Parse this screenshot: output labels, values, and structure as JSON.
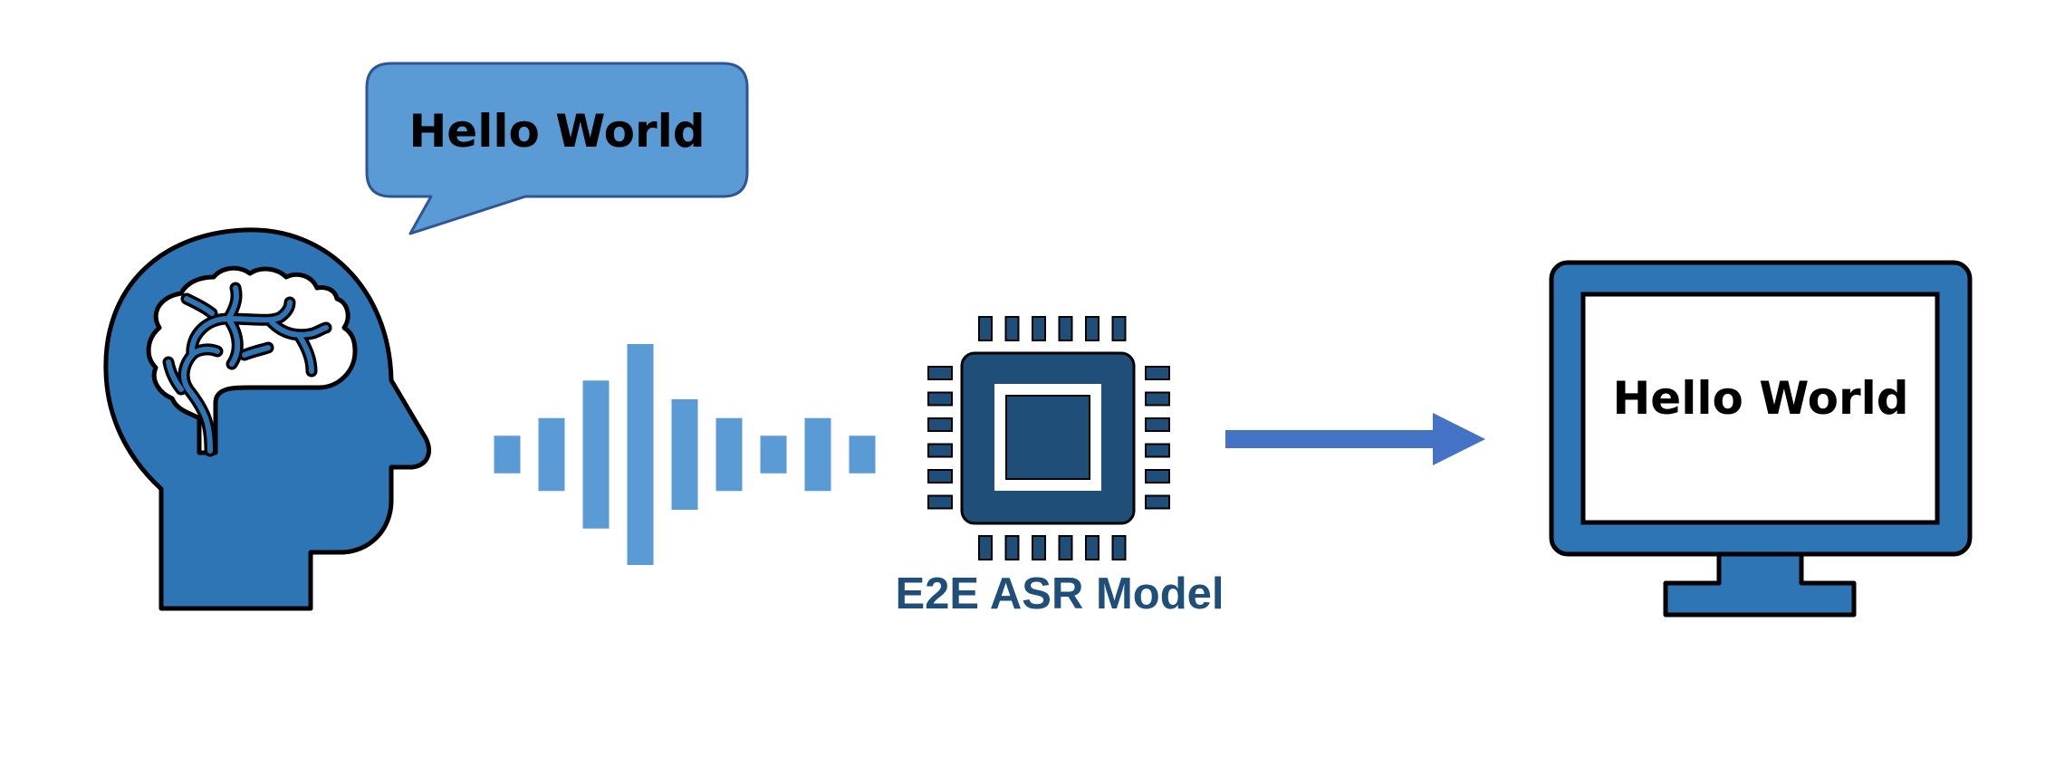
{
  "speech_bubble": {
    "text": "Hello World"
  },
  "model": {
    "label": "E2E ASR Model"
  },
  "screen": {
    "text": "Hello World"
  },
  "waveform": {
    "relative_amplitudes": [
      0.17,
      0.33,
      0.67,
      1.0,
      0.5,
      0.33,
      0.17,
      0.33,
      0.17
    ]
  },
  "colors": {
    "head": "#2e75b6",
    "bubble": "#5b9bd5",
    "waveform": "#5b9bd5",
    "chip": "#1f4e79",
    "arrow": "#4472c4",
    "monitor": "#2e75b6",
    "label": "#1f4e79",
    "outline": "#000000"
  },
  "icons": [
    "head-brain-icon",
    "speech-bubble-icon",
    "sound-wave-icon",
    "chip-icon",
    "arrow-right-icon",
    "monitor-icon"
  ]
}
